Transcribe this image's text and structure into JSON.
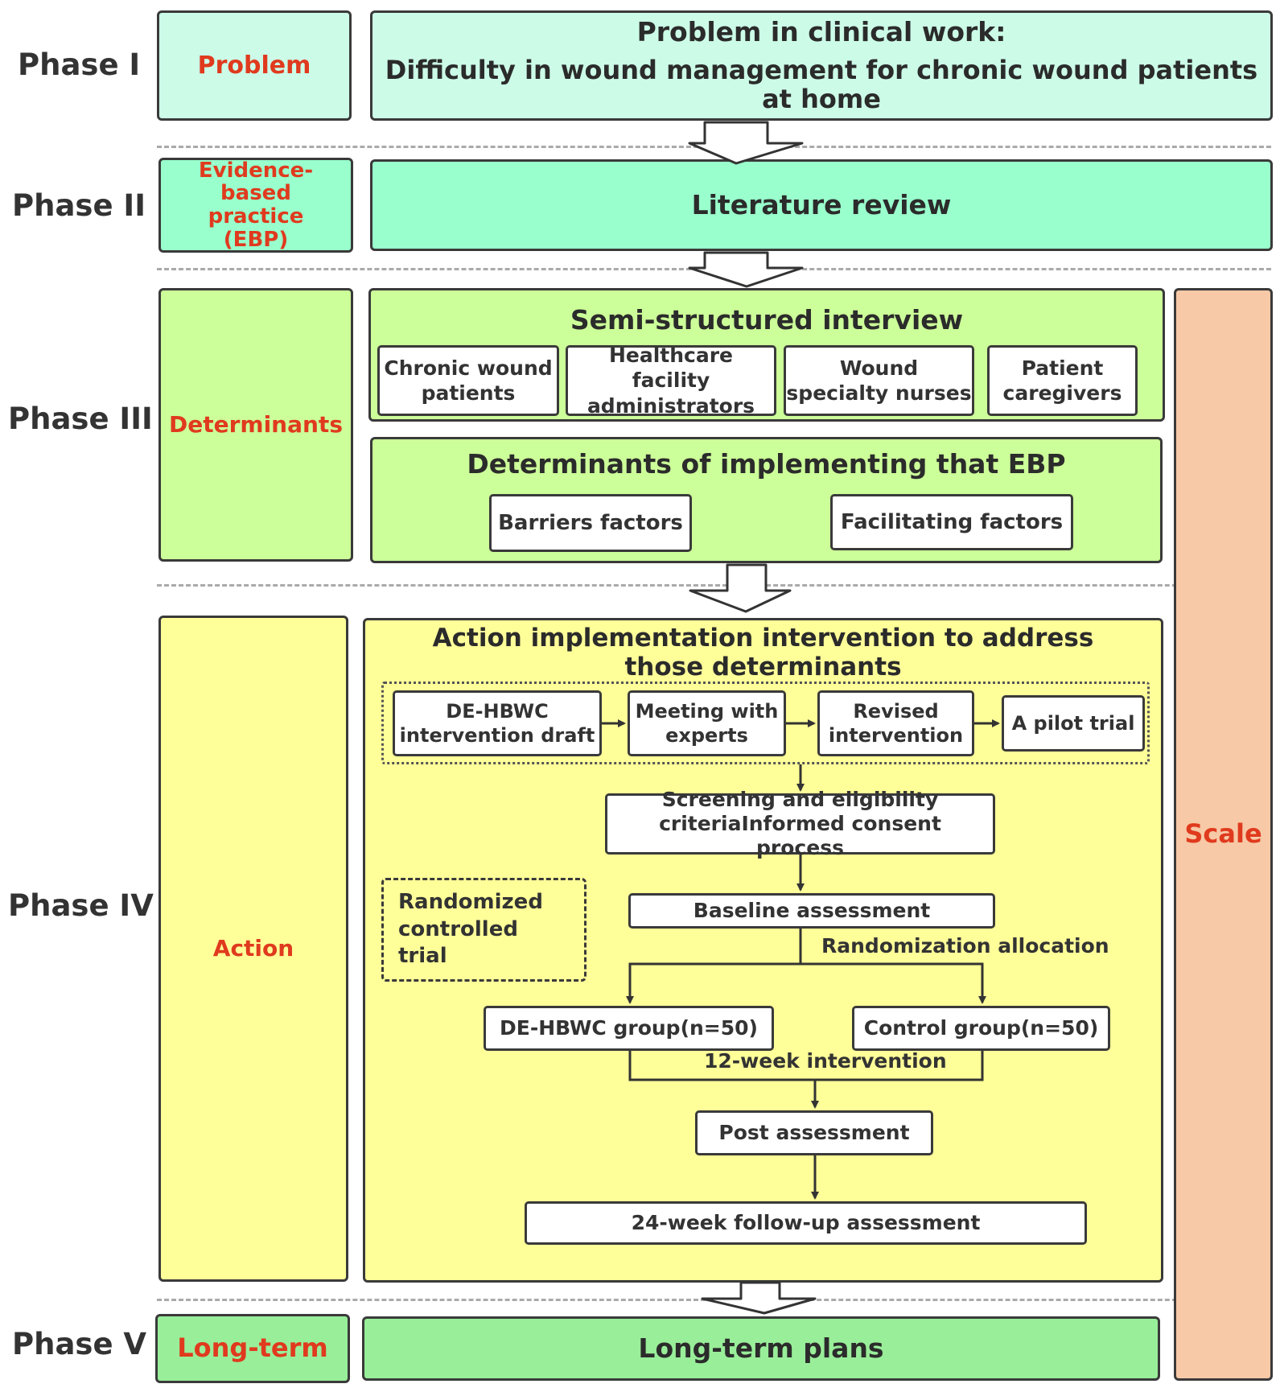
{
  "phases": {
    "p1": {
      "label": "Phase I",
      "category": "Problem",
      "content_line1": "Problem in clinical work:",
      "content_line2": "Difficulty in wound management for chronic wound patients at home"
    },
    "p2": {
      "label": "Phase II",
      "category": "Evidence-based practice (EBP)",
      "content": "Literature review"
    },
    "p3": {
      "label": "Phase III",
      "category": "Determinants",
      "interview_title": "Semi-structured interview",
      "interviewees": [
        "Chronic wound patients",
        "Healthcare facility administrators",
        "Wound specialty nurses",
        "Patient caregivers"
      ],
      "determinants_title": "Determinants of implementing that EBP",
      "factors": [
        "Barriers factors",
        "Facilitating factors"
      ]
    },
    "p4": {
      "label": "Phase IV",
      "category": "Action",
      "action_title": "Action implementation intervention to address those determinants",
      "steps": [
        "DE-HBWC intervention draft",
        "Meeting with experts",
        "Revised intervention",
        "A pilot trial"
      ],
      "screening": "Screening and eligibility criteriaInformed consent process",
      "rct": "Randomized controlled trial",
      "baseline": "Baseline assessment",
      "randomization": "Randomization allocation",
      "group_a": "DE-HBWC group(n=50)",
      "group_b": "Control group(n=50)",
      "intervention": "12-week intervention",
      "post": "Post assessment",
      "followup": "24-week follow-up assessment"
    },
    "p5": {
      "label": "Phase V",
      "category": "Long-term",
      "content": "Long-term plans"
    }
  },
  "scale": "Scale",
  "colors": {
    "phase1": "#ccfce8",
    "phase2": "#99ffcc",
    "phase3": "#ccff99",
    "phase4": "#ffff99",
    "phase5": "#99ee99",
    "scale": "#f7c9a6",
    "category_text": "#e03a1e"
  }
}
